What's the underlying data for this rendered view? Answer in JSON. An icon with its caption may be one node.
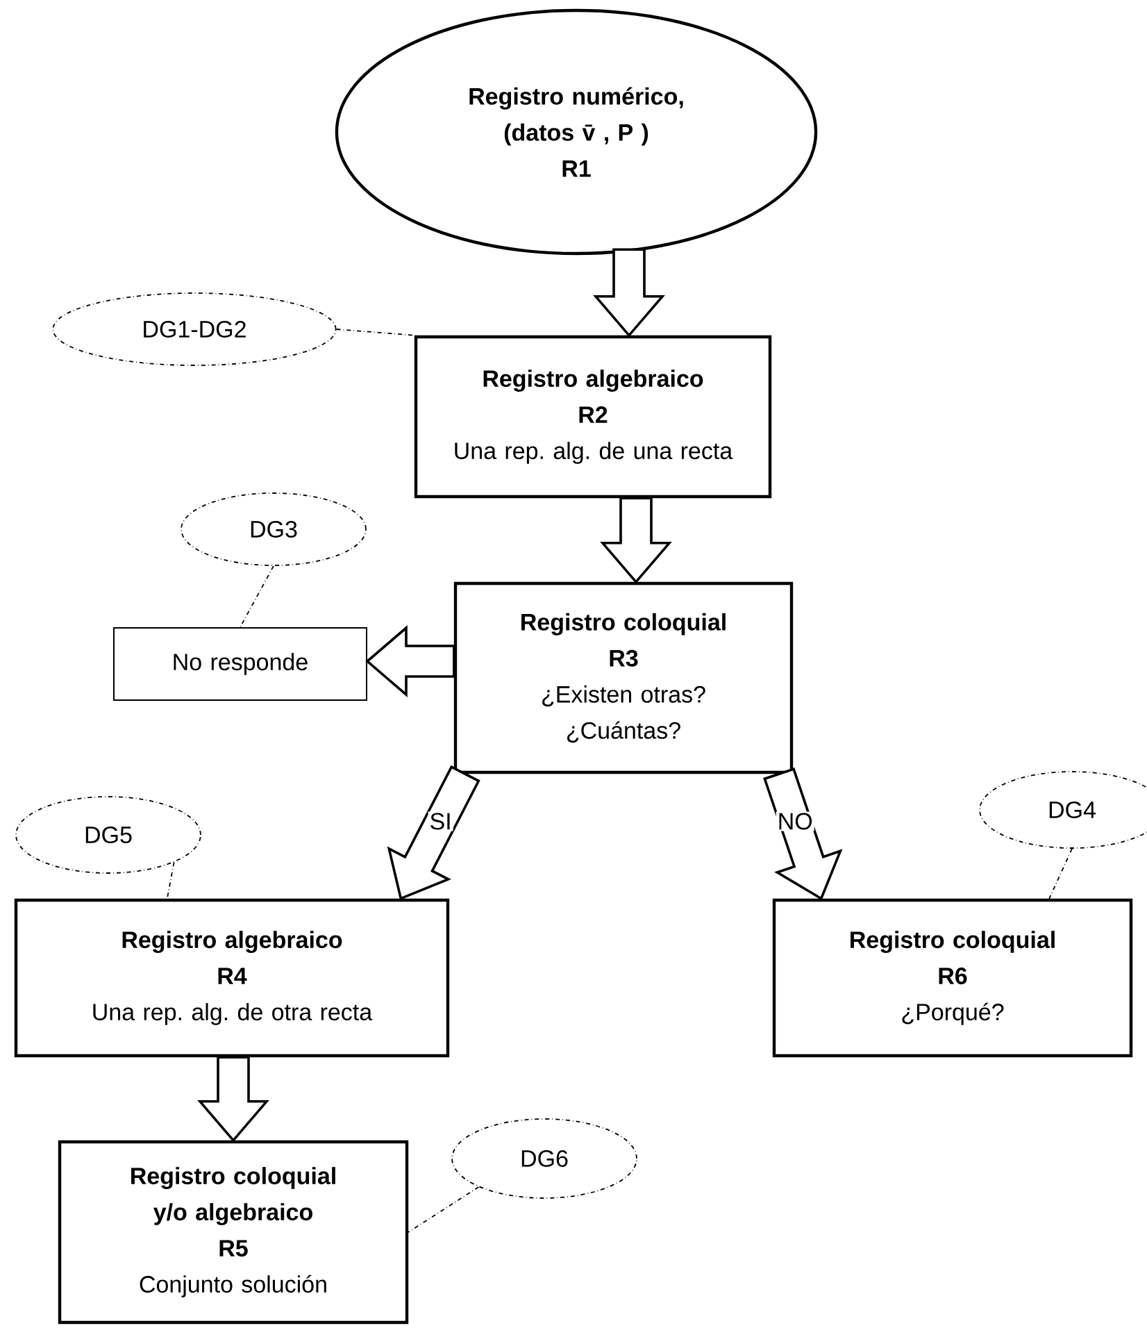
{
  "diagram": {
    "nodes": [
      {
        "text": [
          "Registro numérico,",
          "(datos v̄ , P )",
          "R1"
        ]
      },
      {
        "text": [
          "DG1-DG2"
        ]
      },
      {
        "text": [
          "Registro algebraico",
          "R2",
          "Una rep. alg. de una recta"
        ]
      },
      {
        "text": [
          "DG3"
        ]
      },
      {
        "text": [
          "No responde"
        ]
      },
      {
        "text": [
          "Registro coloquial",
          "R3",
          "¿Existen otras? ¿Cuántas?"
        ]
      },
      {
        "text": [
          "DG5"
        ]
      },
      {
        "text": [
          "DG4"
        ]
      },
      {
        "text": [
          "Registro algebraico",
          "R4",
          "Una rep. alg. de otra recta"
        ]
      },
      {
        "text": [
          "Registro coloquial",
          "R6",
          "¿Porqué?"
        ]
      },
      {
        "text": [
          "DG6"
        ]
      },
      {
        "text": [
          "Registro coloquial y/o algebraico",
          "R5",
          "Conjunto solución"
        ]
      }
    ],
    "edges": [
      {
        "from": 0,
        "to": 2,
        "arrow": "to"
      },
      {
        "from": 1,
        "to": 2,
        "arrow": "none",
        "style": "dashed"
      },
      {
        "from": 2,
        "to": 5,
        "arrow": "to"
      },
      {
        "from": 3,
        "to": 4,
        "arrow": "none",
        "style": "dashed"
      },
      {
        "from": 5,
        "to": 4,
        "arrow": "to"
      },
      {
        "from": 5,
        "to": 8,
        "arrow": "to",
        "label": "SI"
      },
      {
        "from": 5,
        "to": 9,
        "arrow": "to",
        "label": "NO"
      },
      {
        "from": 6,
        "to": 8,
        "arrow": "none",
        "style": "dashed"
      },
      {
        "from": 7,
        "to": 9,
        "arrow": "none",
        "style": "dashed"
      },
      {
        "from": 8,
        "to": 11,
        "arrow": "to"
      },
      {
        "from": 10,
        "to": 11,
        "arrow": "none",
        "style": "dashed"
      }
    ]
  }
}
